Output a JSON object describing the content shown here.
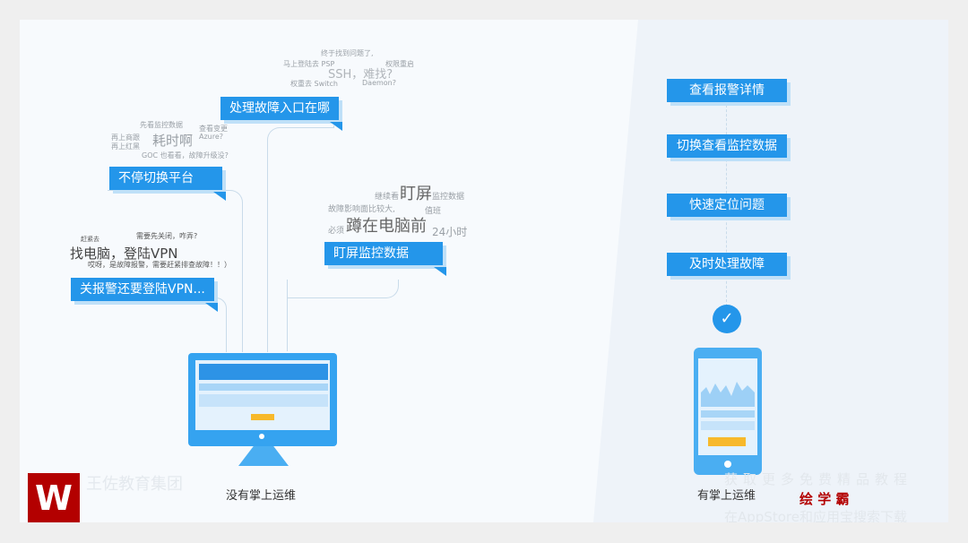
{
  "left": {
    "boxes": [
      "处理故障入口在哪",
      "不停切换平台",
      "盯屏监控数据",
      "关报警还要登陆VPN..."
    ],
    "cloud1": [
      "终于找到问题了,",
      "马上登陆去 PSP",
      "SSH，难找?",
      "权限重启",
      "权重去 Switch",
      "Daemon?"
    ],
    "cloud2": [
      "先看监控数据",
      "查看变更",
      "再上商跟",
      "耗时啊",
      "Azure?",
      "再上红黑",
      "GOC 也看看，故障升级没?"
    ],
    "cloud3": [
      "继续看",
      "盯屏",
      "监控数据",
      "故障影响面比较大,",
      "值班",
      "必须",
      "蹲在电脑前",
      "24小时"
    ],
    "cloud4": [
      "赶紧去",
      "需要先关闭，咋弄?",
      "找电脑，登陆VPN",
      "哎呀，是故障报警，需要赶紧排查故障！！）"
    ],
    "caption": "没有掌上运维"
  },
  "right": {
    "steps": [
      "查看报警详情",
      "切换查看监控数据",
      "快速定位问题",
      "及时处理故障"
    ],
    "caption": "有掌上运维"
  },
  "watermark": {
    "left_top": "王佐教育集团",
    "right_top": "获取更多免费精品教程",
    "brand": "绘 学 霸",
    "right_bottom": "在AppStore和应用宝搜索下载"
  },
  "colors": {
    "accent": "#2496ea",
    "brand": "#b30000"
  }
}
